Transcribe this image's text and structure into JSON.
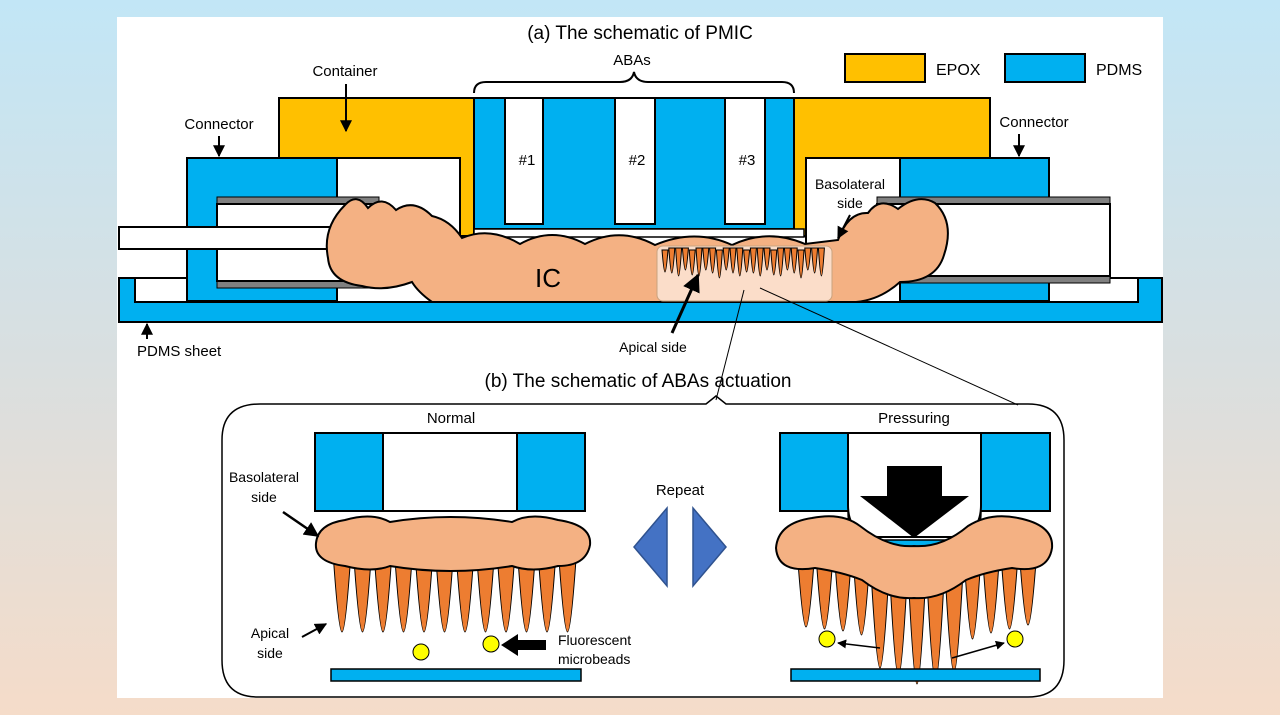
{
  "colors": {
    "pdms": "#00b0f0",
    "epox": "#ffc000",
    "tissue": "#f4b183",
    "villi": "#ed7d31",
    "bead": "#ffff00",
    "arrow_diamond": "#4472c4",
    "background_top": "#c2e6f6",
    "background_bottom": "#f5dcc9"
  },
  "panel_a": {
    "title": "(a) The schematic of PMIC",
    "legend": [
      {
        "label": "EPOX",
        "color": "#ffc000"
      },
      {
        "label": "PDMS",
        "color": "#00b0f0"
      }
    ],
    "labels": {
      "abas": "ABAs",
      "container": "Container",
      "connector_left": "Connector",
      "connector_right": "Connector",
      "basolateral": "Basolateral",
      "basolateral_side": "side",
      "ic": "IC",
      "apical_side": "Apical side",
      "pdms_sheet": "PDMS sheet"
    },
    "chambers": [
      "#1",
      "#2",
      "#3"
    ]
  },
  "panel_b": {
    "title": "(b) The schematic of ABAs actuation",
    "normal": {
      "title": "Normal",
      "basolateral": "Basolateral",
      "basolateral_side": "side",
      "apical": "Apical",
      "apical_side": "side",
      "fluor_1": "Fluorescent",
      "fluor_2": "microbeads"
    },
    "repeat": "Repeat",
    "pressuring": {
      "title": "Pressuring"
    }
  }
}
